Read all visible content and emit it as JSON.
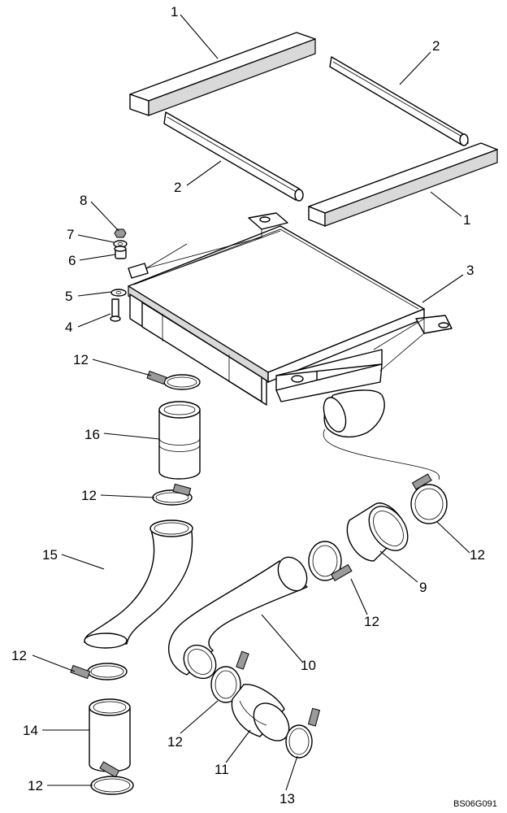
{
  "drawing_code": "BS06G091",
  "callouts": [
    "1",
    "2",
    "2",
    "1",
    "3",
    "8",
    "7",
    "6",
    "5",
    "4",
    "12",
    "16",
    "12",
    "15",
    "12",
    "14",
    "12",
    "12",
    "9",
    "12",
    "10",
    "12",
    "11",
    "13"
  ]
}
